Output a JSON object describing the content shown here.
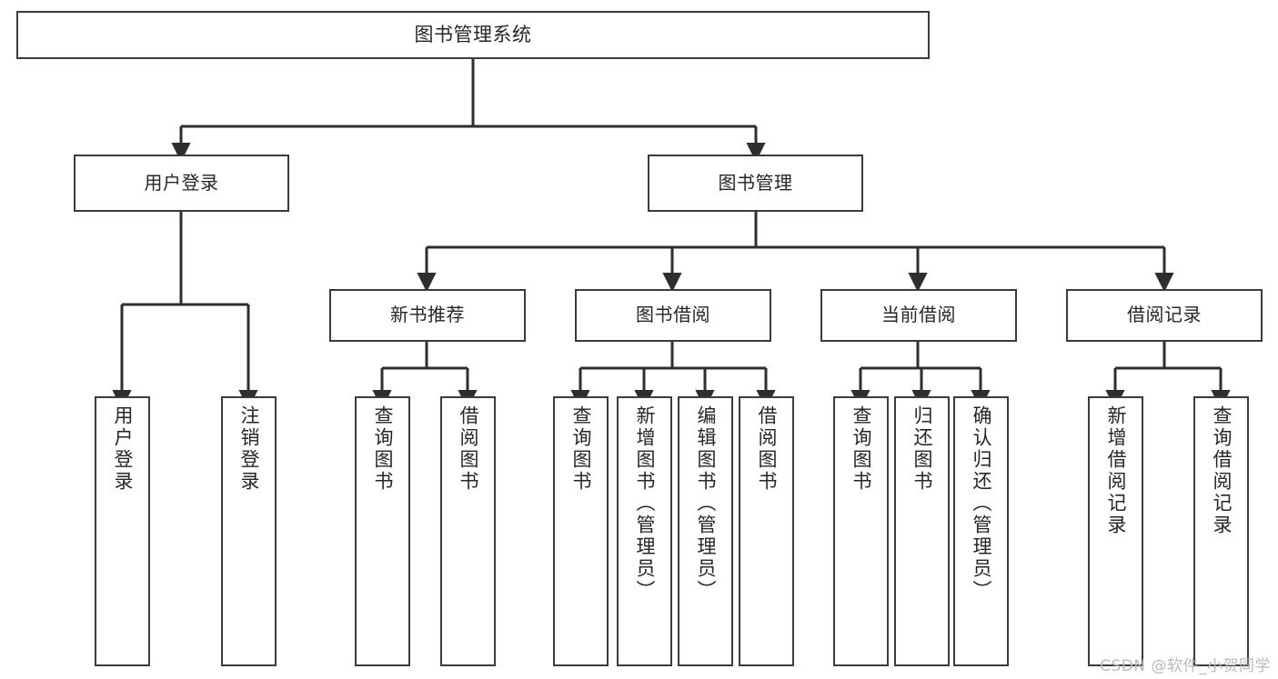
{
  "diagram": {
    "title": "图书管理系统",
    "type": "tree-hierarchy-chart",
    "watermark": "CSDN @软件_小贺同学",
    "colors": {
      "box_border": "#3b3b3b",
      "box_fill": "#ffffff",
      "connector": "#2e2e2e",
      "text": "#262626",
      "watermark": "#b9b9b9",
      "background": "#ffffff"
    }
  },
  "nodes": {
    "root": {
      "label": "图书管理系统"
    },
    "level2": [
      {
        "id": "user-login",
        "label": "用户登录"
      },
      {
        "id": "book-management",
        "label": "图书管理"
      }
    ],
    "level3": [
      {
        "id": "new-book-recommend",
        "label": "新书推荐"
      },
      {
        "id": "book-borrow",
        "label": "图书借阅"
      },
      {
        "id": "current-borrow",
        "label": "当前借阅"
      },
      {
        "id": "borrow-record",
        "label": "借阅记录"
      }
    ],
    "leaves": {
      "user-login": [
        {
          "id": "leaf-user-login",
          "label": "用户登录"
        },
        {
          "id": "leaf-logout-login",
          "label": "注销登录"
        }
      ],
      "new-book-recommend": [
        {
          "id": "leaf-query-book-1",
          "label": "查询图书"
        },
        {
          "id": "leaf-borrow-book-1",
          "label": "借阅图书"
        }
      ],
      "book-borrow": [
        {
          "id": "leaf-query-book-2",
          "label": "查询图书"
        },
        {
          "id": "leaf-add-book",
          "label": "新增图书（管理员）"
        },
        {
          "id": "leaf-edit-book",
          "label": "编辑图书（管理员）"
        },
        {
          "id": "leaf-borrow-book-2",
          "label": "借阅图书"
        }
      ],
      "current-borrow": [
        {
          "id": "leaf-query-book-3",
          "label": "查询图书"
        },
        {
          "id": "leaf-return-book",
          "label": "归还图书"
        },
        {
          "id": "leaf-confirm-return",
          "label": "确认归还（管理员）"
        }
      ],
      "borrow-record": [
        {
          "id": "leaf-add-record",
          "label": "新增借阅记录"
        },
        {
          "id": "leaf-query-record",
          "label": "查询借阅记录"
        }
      ]
    }
  }
}
